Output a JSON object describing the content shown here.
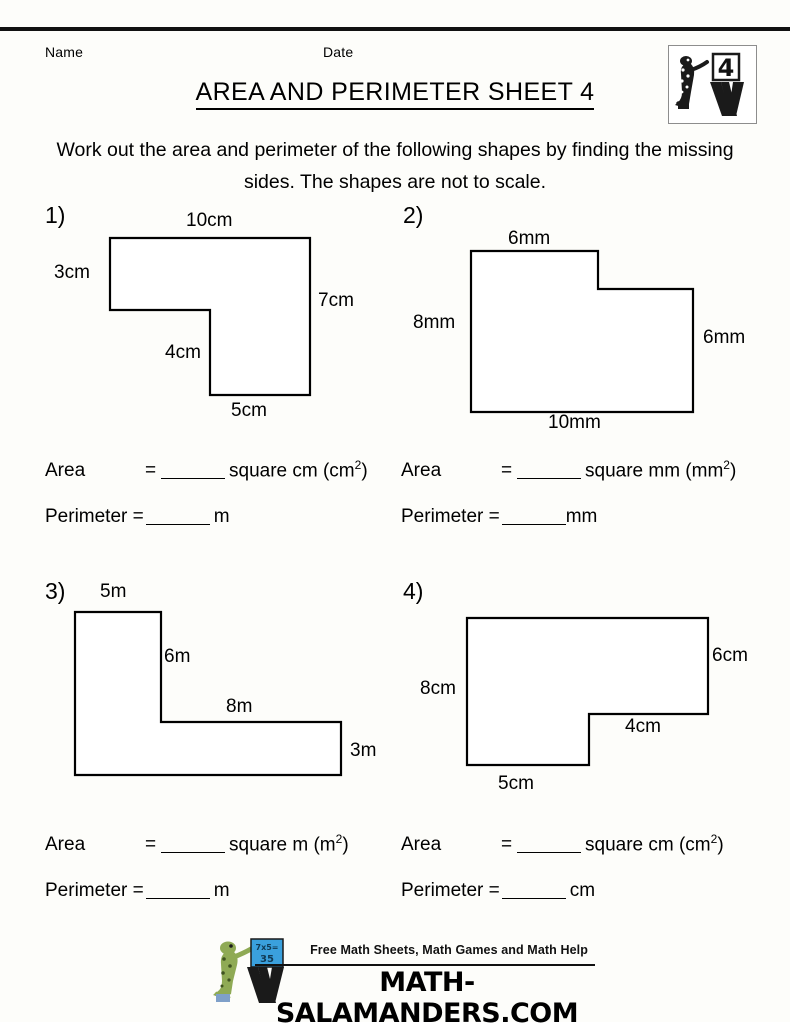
{
  "page": {
    "background_color": "#fdfdfa",
    "ink_color": "#000000"
  },
  "header": {
    "name_label": "Name",
    "date_label": "Date",
    "title": "AREA AND PERIMETER SHEET 4",
    "instruction": "Work out the area and perimeter of the following shapes by finding the missing sides. The shapes are not to scale.",
    "logo": {
      "sheet_number": "4",
      "icon": "salamander-with-number-board"
    }
  },
  "problems": [
    {
      "number": "1)",
      "shape": {
        "type": "l-shape-notch-bottom-left",
        "unit": "cm",
        "labels": {
          "top": "10cm",
          "left": "3cm",
          "right": "7cm",
          "inner_vertical": "4cm",
          "bottom": "5cm"
        }
      },
      "answers": {
        "area_label": "Area",
        "area_equals": "=",
        "area_unit_text": "square cm (cm",
        "area_unit_exponent": "2",
        "area_unit_close": ")",
        "perimeter_label": "Perimeter =",
        "perimeter_unit": "m"
      }
    },
    {
      "number": "2)",
      "shape": {
        "type": "rect-with-top-right-notch",
        "unit": "mm",
        "labels": {
          "top": "6mm",
          "left": "8mm",
          "right": "6mm",
          "bottom": "10mm"
        }
      },
      "answers": {
        "area_label": "Area",
        "area_equals": "=",
        "area_unit_text": "square mm (mm",
        "area_unit_exponent": "2",
        "area_unit_close": ")",
        "perimeter_label": "Perimeter =",
        "perimeter_unit": "mm"
      }
    },
    {
      "number": "3)",
      "shape": {
        "type": "l-shape",
        "unit": "m",
        "labels": {
          "top": "5m",
          "inner_vertical": "6m",
          "inner_horizontal": "8m",
          "right": "3m"
        }
      },
      "answers": {
        "area_label": "Area",
        "area_equals": "=",
        "area_unit_text": "square m (m",
        "area_unit_exponent": "2",
        "area_unit_close": ")",
        "perimeter_label": "Perimeter =",
        "perimeter_unit": "m"
      }
    },
    {
      "number": "4)",
      "shape": {
        "type": "rect-with-bottom-right-notch",
        "unit": "cm",
        "labels": {
          "left": "8cm",
          "right": "6cm",
          "inner_horizontal": "4cm",
          "bottom": "5cm"
        }
      },
      "answers": {
        "area_label": "Area",
        "area_equals": "=",
        "area_unit_text": "square cm (cm",
        "area_unit_exponent": "2",
        "area_unit_close": ")",
        "perimeter_label": "Perimeter =",
        "perimeter_unit": "cm"
      }
    }
  ],
  "footer": {
    "tagline": "Free Math Sheets, Math Games and Math Help",
    "domain": "MATH-SALAMANDERS.COM",
    "logo_icon": "salamander-with-calculator",
    "calculator_text_line1": "7x5=",
    "calculator_text_line2": "35"
  }
}
